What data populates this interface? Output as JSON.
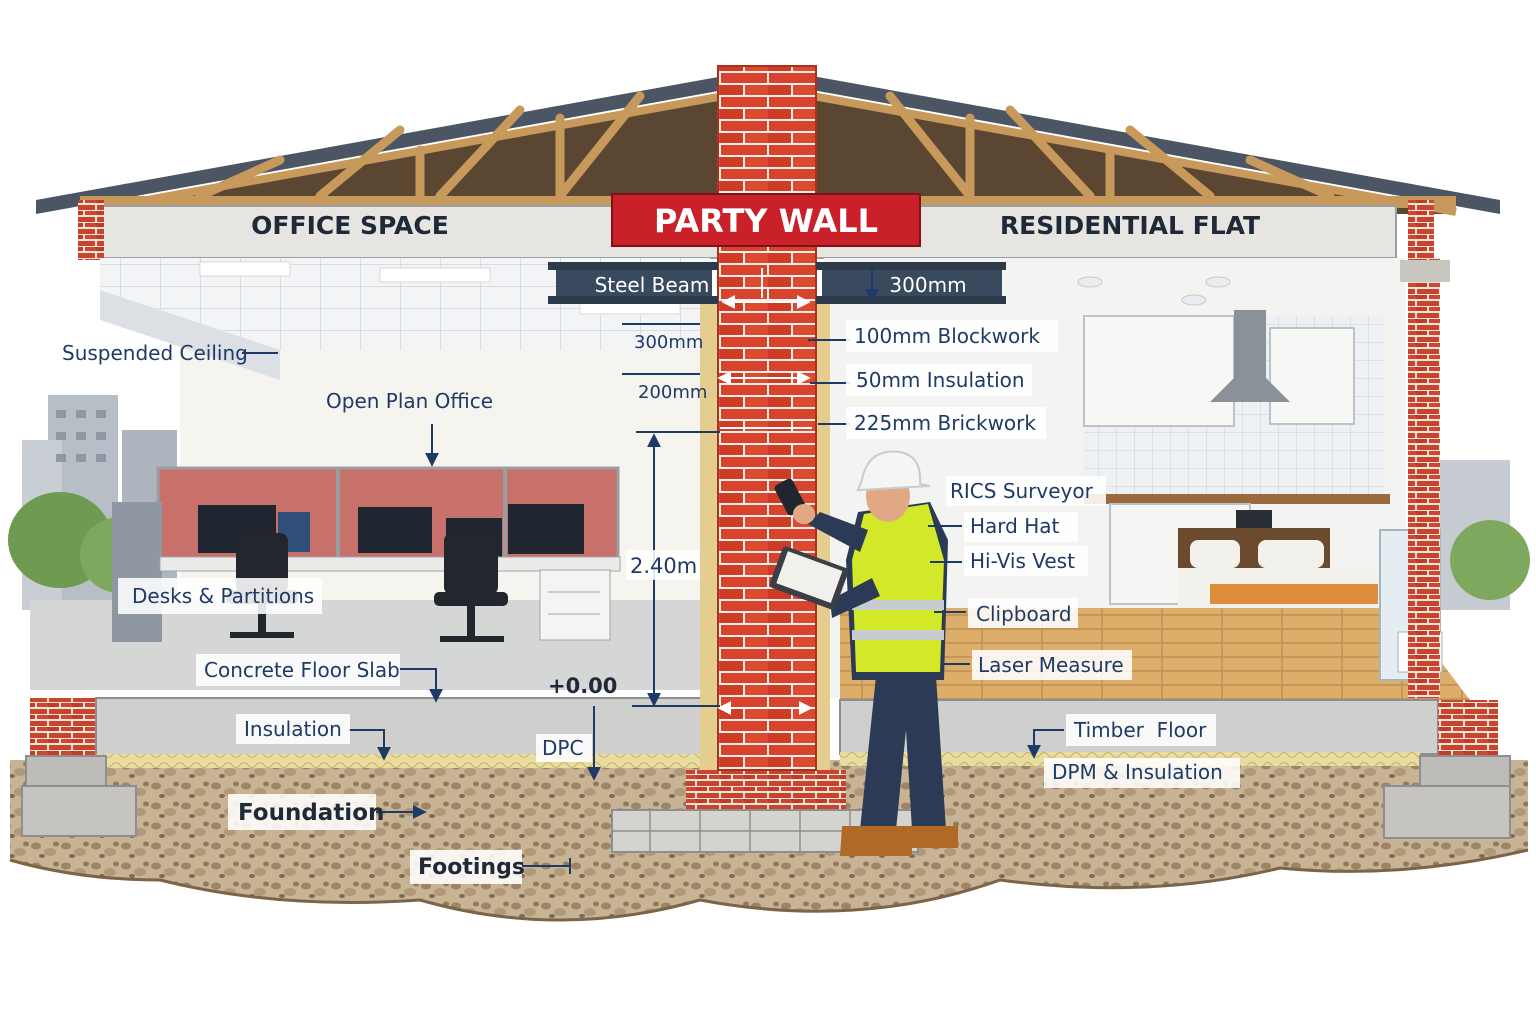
{
  "headers": {
    "office": "OFFICE SPACE",
    "party_wall": "PARTY WALL",
    "residential": "RESIDENTIAL FLAT"
  },
  "beam": {
    "label": "Steel Beam",
    "depth": "300mm"
  },
  "wall_layers": {
    "blockwork": "100mm Blockwork",
    "insulation": "50mm Insulation",
    "brickwork": "225mm Brickwork"
  },
  "dimensions": {
    "d300": "300mm",
    "d200": "200mm",
    "height": "2.40m",
    "datum": "+0.00"
  },
  "office_labels": {
    "suspended_ceiling": "Suspended Ceiling",
    "open_plan": "Open Plan Office",
    "desks": "Desks & Partitions",
    "slab": "Concrete Floor Slab",
    "insulation": "Insulation",
    "dpc": "DPC",
    "foundation": "Foundation",
    "footings": "Footings"
  },
  "surveyor_labels": {
    "surveyor": "RICS Surveyor",
    "hard_hat": "Hard Hat",
    "vest": "Hi-Vis Vest",
    "clipboard": "Clipboard",
    "laser": "Laser Measure"
  },
  "flat_labels": {
    "timber_floor": "Timber  Floor",
    "dpm": "DPM & Insulation"
  },
  "colors": {
    "brick": "#d7432c",
    "party_wall_banner": "#c9202a",
    "label_text": "#1e3a66",
    "beam": "#3a4a5e",
    "hi_vis": "#d4e82a"
  }
}
